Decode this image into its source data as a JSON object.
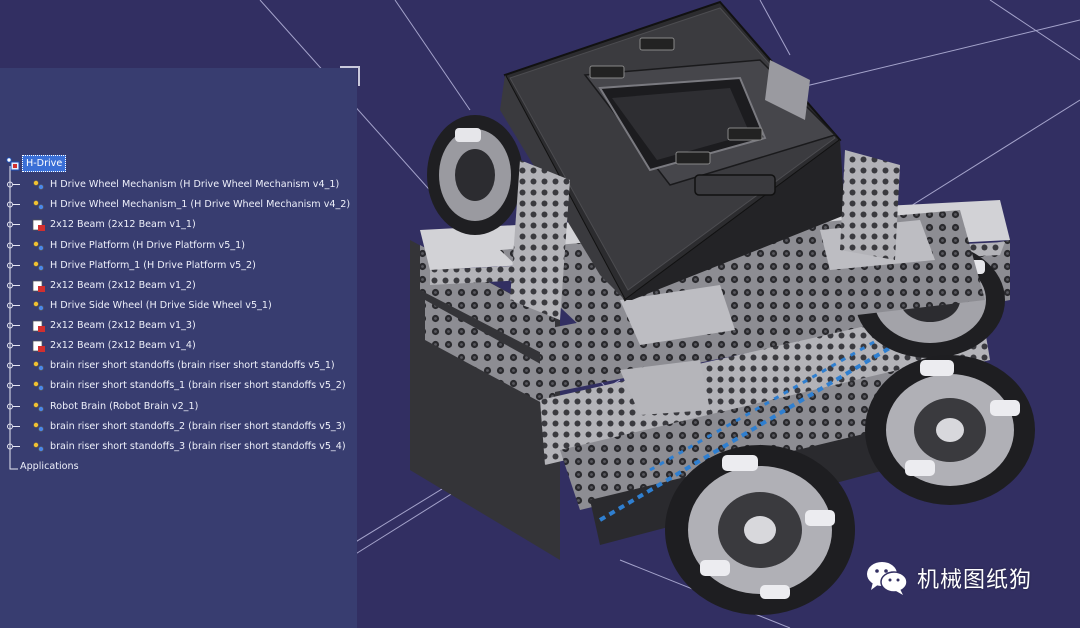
{
  "tree": {
    "root": "H-Drive",
    "items": [
      {
        "label": "H Drive Wheel Mechanism (H Drive Wheel Mechanism v4_1)",
        "icon": "assembly-icon"
      },
      {
        "label": "H Drive Wheel Mechanism_1 (H Drive Wheel Mechanism v4_2)",
        "icon": "assembly-icon"
      },
      {
        "label": "2x12 Beam (2x12 Beam v1_1)",
        "icon": "part-icon"
      },
      {
        "label": "H Drive Platform (H Drive Platform v5_1)",
        "icon": "assembly-icon"
      },
      {
        "label": "H Drive Platform_1 (H Drive Platform v5_2)",
        "icon": "assembly-icon"
      },
      {
        "label": "2x12 Beam (2x12 Beam v1_2)",
        "icon": "part-icon"
      },
      {
        "label": "H Drive Side Wheel (H Drive Side Wheel v5_1)",
        "icon": "assembly-icon"
      },
      {
        "label": "2x12 Beam (2x12 Beam v1_3)",
        "icon": "part-icon"
      },
      {
        "label": "2x12 Beam (2x12 Beam v1_4)",
        "icon": "part-icon"
      },
      {
        "label": "brain riser short standoffs (brain riser short standoffs v5_1)",
        "icon": "assembly-icon"
      },
      {
        "label": "brain riser short standoffs_1 (brain riser short standoffs v5_2)",
        "icon": "assembly-icon"
      },
      {
        "label": "Robot Brain (Robot Brain v2_1)",
        "icon": "assembly-icon"
      },
      {
        "label": "brain riser short standoffs_2 (brain riser short standoffs v5_3)",
        "icon": "assembly-icon"
      },
      {
        "label": "brain riser short standoffs_3 (brain riser short standoffs v5_4)",
        "icon": "assembly-icon"
      }
    ],
    "applications": "Applications"
  },
  "watermark": {
    "text": "机械图纸狗",
    "icon": "wechat-icon"
  },
  "colors": {
    "background": "#322f62",
    "panel": "#383d70",
    "selection": "#3a6fd6",
    "robot_dark": "#2b2b2e",
    "robot_light": "#bcbcc0",
    "accent_blue": "#2f7fd0"
  }
}
